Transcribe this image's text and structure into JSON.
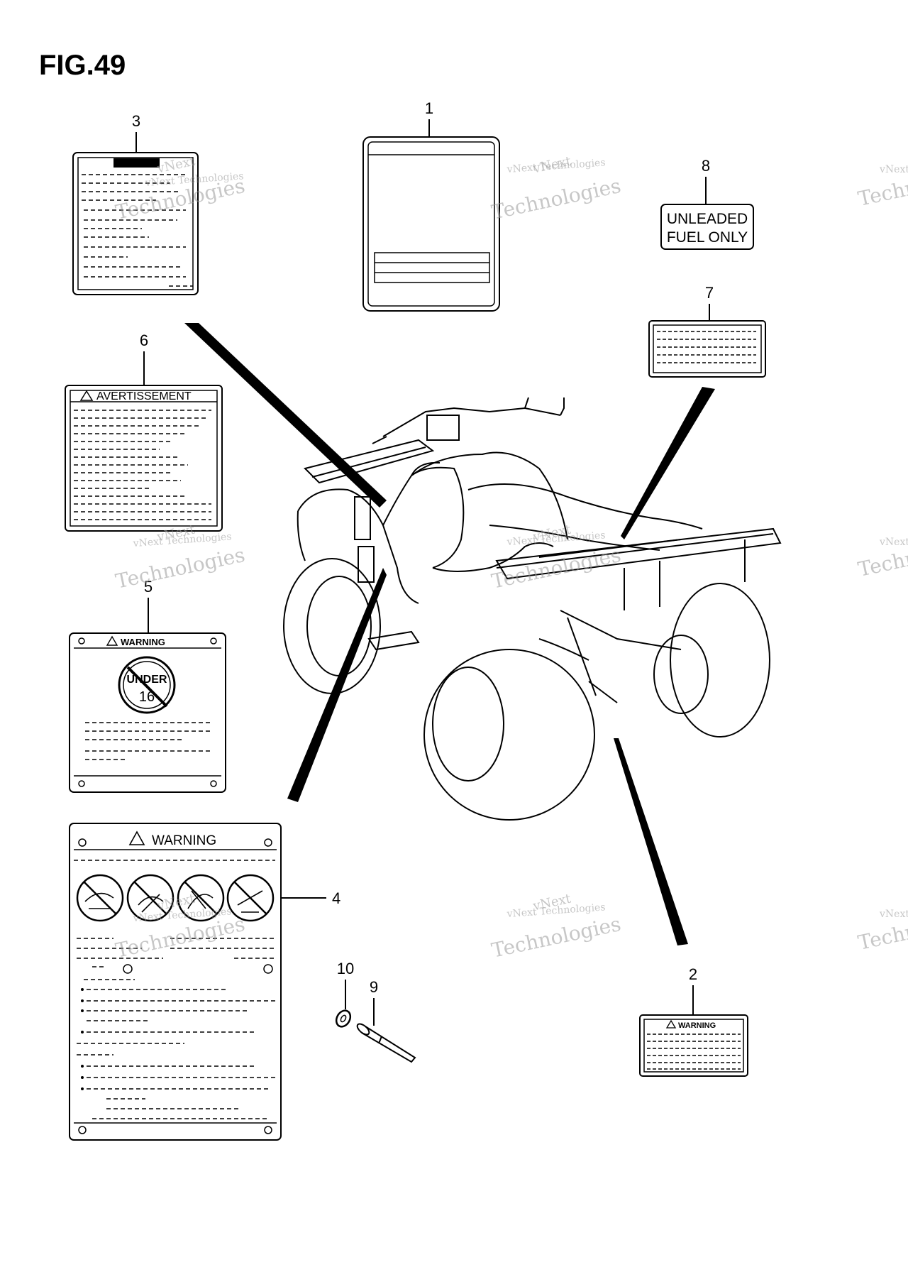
{
  "figure": {
    "title": "FIG.49"
  },
  "parts": [
    {
      "id": "p1",
      "number": "1"
    },
    {
      "id": "p2",
      "number": "2"
    },
    {
      "id": "p3",
      "number": "3"
    },
    {
      "id": "p4",
      "number": "4"
    },
    {
      "id": "p5",
      "number": "5"
    },
    {
      "id": "p6",
      "number": "6"
    },
    {
      "id": "p7",
      "number": "7"
    },
    {
      "id": "p8",
      "number": "8"
    },
    {
      "id": "p9",
      "number": "9"
    },
    {
      "id": "p10",
      "number": "10"
    }
  ],
  "labels": {
    "warning": "WARNING",
    "warning_small": "WARNING",
    "avertissement": "AVERTISSEMENT",
    "fuel_line1": "UNLEADED",
    "fuel_line2": "FUEL ONLY",
    "under": "UNDER",
    "age": "16"
  },
  "watermark": {
    "line1": "vNext Technologies",
    "line2": "vNext",
    "line3": "Technologies"
  },
  "colors": {
    "ink": "#000000",
    "watermark": "#9a9a9a"
  }
}
